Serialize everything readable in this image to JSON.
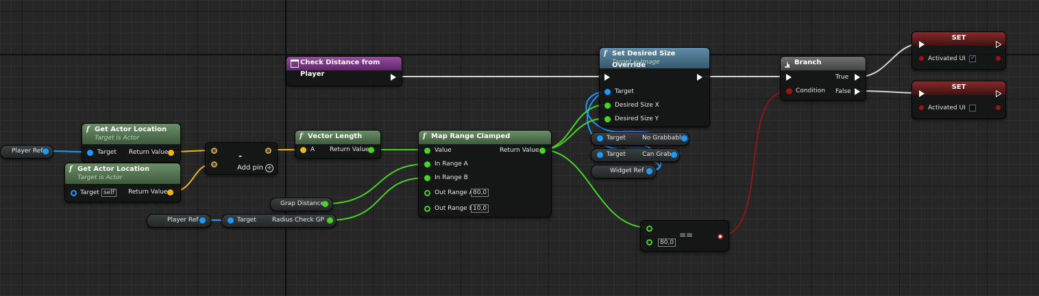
{
  "nodes": {
    "check_distance": {
      "title": "Check Distance from Player"
    },
    "set_desired_size": {
      "title": "Set Desired Size Override",
      "subtitle": "Target is Image",
      "pins": [
        "Target",
        "Desired Size X",
        "Desired Size Y"
      ]
    },
    "branch": {
      "title": "Branch",
      "pins": {
        "condition": "Condition",
        "true": "True",
        "false": "False"
      }
    },
    "set_true": {
      "title": "SET",
      "pin": "Activated UI",
      "checked": true
    },
    "set_false": {
      "title": "SET",
      "pin": "Activated UI",
      "checked": false
    },
    "get_actor_location_1": {
      "title": "Get Actor Location",
      "subtitle": "Target is Actor",
      "target": "Target",
      "return": "Return Value"
    },
    "get_actor_location_2": {
      "title": "Get Actor Location",
      "subtitle": "Target is Actor",
      "target": "Target",
      "self": "self",
      "return": "Return Value"
    },
    "subtract": {
      "symbol": "-",
      "add_pin": "Add pin"
    },
    "vector_length": {
      "title": "Vector Length",
      "a": "A",
      "return": "Return Value"
    },
    "map_range": {
      "title": "Map Range Clamped",
      "pins": {
        "value": "Value",
        "in_a": "In Range A",
        "in_b": "In Range B",
        "out_a": "Out Range A",
        "out_b": "Out Range B",
        "return": "Return Value"
      },
      "out_a_value": "80,0",
      "out_b_value": "10,0"
    },
    "no_grabbable": {
      "target": "Target",
      "output": "No Grabbable"
    },
    "can_grab": {
      "target": "Target",
      "output": "Can Grab"
    },
    "widget_ref": {
      "label": "Widget Ref"
    },
    "equals": {
      "symbol": "==",
      "value": "80,0"
    },
    "player_ref_1": {
      "label": "Player Ref"
    },
    "player_ref_2": {
      "label": "Player Ref"
    },
    "grap_distance": {
      "label": "Grap Distance"
    },
    "radius_check": {
      "target": "Target",
      "output": "Radius Check GP"
    }
  },
  "colors": {
    "exec": "#ffffff",
    "object": "#1a9cff",
    "float": "#46d61c",
    "vector": "#f0b517",
    "bool": "#a21010"
  }
}
